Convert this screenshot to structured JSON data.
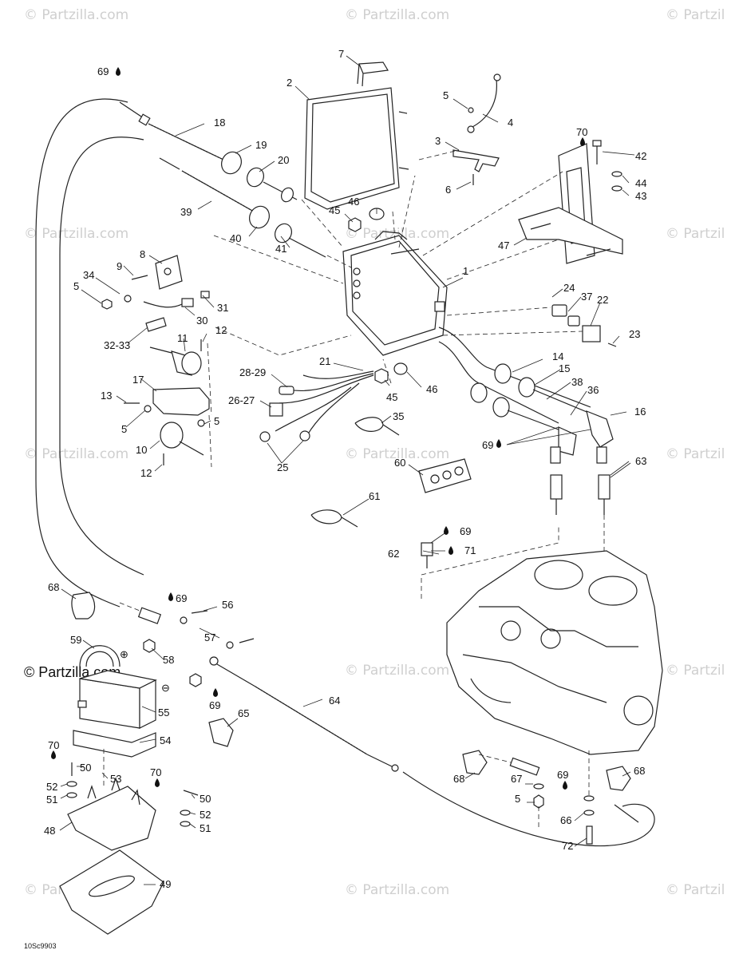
{
  "watermark": {
    "text": "© Partzilla.com",
    "partial_text": "© Partzil"
  },
  "figure_code": "10Sc9903",
  "symbols": {
    "plus": "⊕",
    "minus": "⊖"
  },
  "callouts": {
    "c1": "1",
    "c2": "2",
    "c3": "3",
    "c4": "4",
    "c5a": "5",
    "c5b": "5",
    "c5c": "5",
    "c5d": "5",
    "c5e": "5",
    "c6": "6",
    "c7": "7",
    "c8": "8",
    "c9": "9",
    "c10": "10",
    "c11": "11",
    "c12a": "12",
    "c12b": "12",
    "c13": "13",
    "c14": "14",
    "c15": "15",
    "c16": "16",
    "c17": "17",
    "c18": "18",
    "c19": "19",
    "c20": "20",
    "c21": "21",
    "c22": "22",
    "c23": "23",
    "c24": "24",
    "c25": "25",
    "c2627": "26-27",
    "c2829": "28-29",
    "c30": "30",
    "c31": "31",
    "c3233": "32-33",
    "c34": "34",
    "c35": "35",
    "c36": "36",
    "c37": "37",
    "c38": "38",
    "c39": "39",
    "c40": "40",
    "c41": "41",
    "c42": "42",
    "c43": "43",
    "c44": "44",
    "c45a": "45",
    "c45b": "45",
    "c46a": "46",
    "c46b": "46",
    "c47": "47",
    "c48": "48",
    "c49": "49",
    "c50a": "50",
    "c50b": "50",
    "c51a": "51",
    "c51b": "51",
    "c52a": "52",
    "c52b": "52",
    "c53": "53",
    "c54": "54",
    "c55": "55",
    "c56": "56",
    "c57": "57",
    "c58": "58",
    "c59": "59",
    "c60": "60",
    "c61": "61",
    "c62": "62",
    "c63": "63",
    "c64": "64",
    "c65": "65",
    "c66": "66",
    "c67": "67",
    "c68a": "68",
    "c68b": "68",
    "c68c": "68",
    "c69a": "69",
    "c69b": "69",
    "c69c": "69",
    "c69d": "69",
    "c69e": "69",
    "c69f": "69",
    "c70a": "70",
    "c70b": "70",
    "c70c": "70",
    "c71": "71",
    "c72": "72"
  }
}
